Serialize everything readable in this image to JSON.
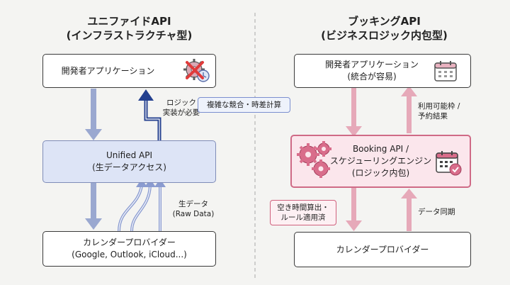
{
  "left": {
    "title_line1": "ユニファイドAPI",
    "title_line2": "(インフラストラクチャ型)",
    "app_box": "開発者アプリケーション",
    "logic_note_line1": "ロジック",
    "logic_note_line2": "実装が必要",
    "callout": "複雑な競合・時差計算",
    "unified_line1": "Unified API",
    "unified_line2": "(生データアクセス)",
    "raw_line1": "生データ",
    "raw_line2": "(Raw Data)",
    "provider_line1": "カレンダープロバイダー",
    "provider_line2": "(Google, Outlook, iCloud...)"
  },
  "right": {
    "title_line1": "ブッキングAPI",
    "title_line2": "(ビジネスロジック内包型)",
    "app_line1": "開発者アプリケーション",
    "app_line2": "(統合が容易)",
    "avail_line1": "利用可能枠 /",
    "avail_line2": "予約結果",
    "booking_line1": "Booking API /",
    "booking_line2": "スケジューリングエンジン",
    "booking_line3": "(ロジック内包)",
    "callout_line1": "空き時間算出・",
    "callout_line2": "ルール適用済",
    "sync_label": "データ同期",
    "provider": "カレンダープロバイダー"
  },
  "icons": [
    "gear-x-clock-icon",
    "calendar-icon",
    "gears-icon",
    "calendar-check-icon"
  ],
  "colors": {
    "blue_accent": "#2f4a9a",
    "pink_accent": "#d0607d",
    "blue_fill": "#dde4f6",
    "pink_fill": "#fbe6ec"
  }
}
